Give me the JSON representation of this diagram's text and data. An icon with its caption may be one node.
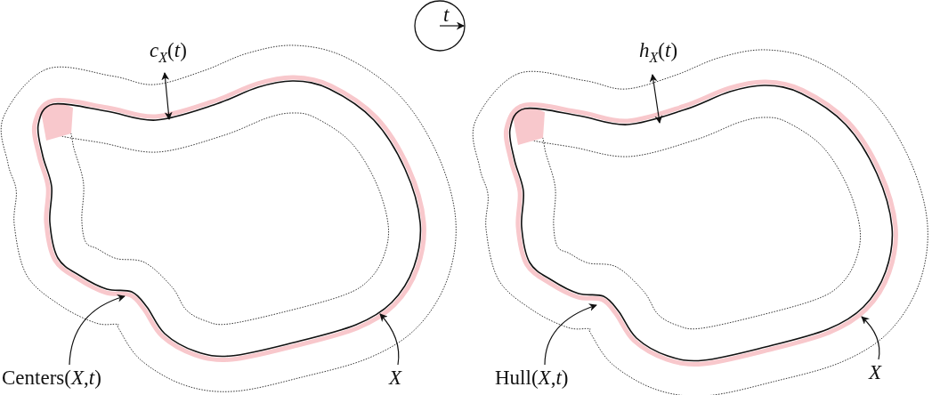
{
  "diagram": {
    "nodes": [
      {
        "text": [
          "Centers(*X*,*t*)"
        ]
      },
      {
        "text": [],
        "shape": "curve"
      },
      {
        "text": [
          "X"
        ]
      },
      {
        "text": [
          "Hull(*X*,*t*)"
        ]
      },
      {
        "text": [],
        "shape": "curve"
      },
      {
        "text": [
          "X"
        ]
      }
    ],
    "edges": [
      {
        "from": 0,
        "to": 1,
        "arrow": "to"
      },
      {
        "from": 2,
        "to": 1,
        "arrow": "to"
      },
      {
        "from": 3,
        "to": 4,
        "arrow": "to"
      },
      {
        "from": 5,
        "to": 4,
        "arrow": "to"
      }
    ],
    "labels": [
      "t",
      "*c*$_{X}$(*t*)",
      "*h*$_{X}$(*t*)"
    ]
  }
}
